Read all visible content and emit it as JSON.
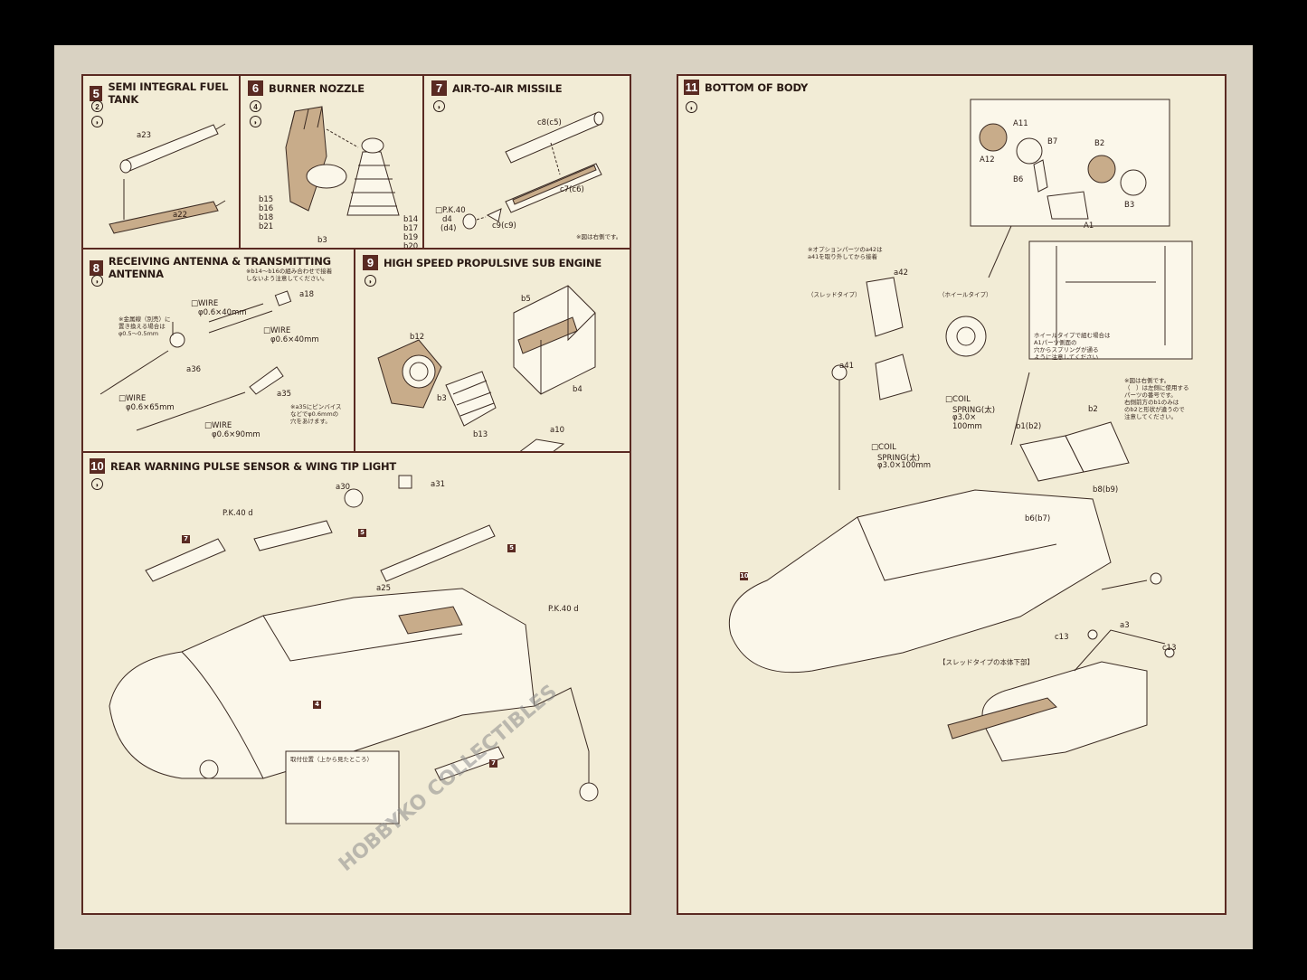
{
  "left_page": {
    "step5": {
      "number": "5",
      "title": "SEMI INTEGRAL FUEL TANK",
      "qty": "2",
      "parts": [
        "a23",
        "a22"
      ]
    },
    "step6": {
      "number": "6",
      "title": "BURNER NOZZLE",
      "qty": "4",
      "parts": [
        "b15",
        "b16",
        "b18",
        "b21",
        "b3",
        "b14",
        "b17",
        "b19",
        "b20"
      ],
      "note_line1": "※b14〜b16の組み合わせで接着",
      "note_line2": "しないよう注意してください。"
    },
    "step7": {
      "number": "7",
      "title": "AIR-TO-AIR MISSILE",
      "parts": [
        "c8(c5)",
        "c7(c6)",
        "c9(c9)"
      ],
      "pk_label": "P.K.40",
      "pk_part1": "d4",
      "pk_part2": "(d4)",
      "note": "※図は右側です。"
    },
    "step8": {
      "number": "8",
      "title": "RECEIVING ANTENNA & TRANSMITTING ANTENNA",
      "wires": [
        {
          "label": "WIRE",
          "size": "φ0.6×40mm"
        },
        {
          "label": "WIRE",
          "size": "φ0.6×40mm"
        },
        {
          "label": "WIRE",
          "size": "φ0.6×65mm"
        },
        {
          "label": "WIRE",
          "size": "φ0.6×90mm"
        }
      ],
      "parts": [
        "a18",
        "a36",
        "a35"
      ],
      "note_a_line1": "※金属線（別売）に",
      "note_a_line2": "置き換える場合は",
      "note_a_line3": "φ0.5〜0.5mm",
      "note_b_line1": "※a35にピンバイス",
      "note_b_line2": "などでφ0.6mmの",
      "note_b_line3": "穴をあけます。"
    },
    "step9": {
      "number": "9",
      "title": "HIGH SPEED PROPULSIVE SUB ENGINE",
      "parts": [
        "b5",
        "b12",
        "b3",
        "b13",
        "b4",
        "a10"
      ]
    },
    "step10": {
      "number": "10",
      "title": "REAR WARNING PULSE SENSOR & WING TIP LIGHT",
      "parts": [
        "a30",
        "a31",
        "a25"
      ],
      "pk1": "P.K.40 d",
      "pk2": "P.K.40 d",
      "refs": [
        "7",
        "5",
        "5",
        "4",
        "7"
      ],
      "inset_label": "取付位置（上から見たところ）"
    }
  },
  "right_page": {
    "step11": {
      "number": "11",
      "title": "BOTTOM OF BODY",
      "wheel_parts": [
        "A11",
        "A12",
        "B7",
        "B2",
        "B6",
        "B3",
        "A1"
      ],
      "option_note_line1": "※オプションパーツのa42は",
      "option_note_line2": "a41を取り外してから接着",
      "sled_type": "（スレッドタイプ）",
      "wheel_type": "（ホイールタイプ）",
      "parts": [
        "a42",
        "a41",
        "b1(b2)",
        "b2",
        "b8(b9)",
        "b6(b7)",
        "a3",
        "c13",
        "c13"
      ],
      "spring1_label": "COIL",
      "spring1_size": "SPRING(太)",
      "spring1_dim1": "φ3.0×",
      "spring1_dim2": "100mm",
      "spring2_label": "COIL",
      "spring2_size": "SPRING(太)",
      "spring2_dim": "φ3.0×100mm",
      "wheel_note_line1": "ホイールタイプで組む場合は",
      "wheel_note_line2": "A1パーツ側面の",
      "wheel_note_line3": "穴からスプリングが通る",
      "wheel_note_line4": "ように注意してください",
      "side_note_line1": "※図は右側です。",
      "side_note_line2": "（　）は左側に使用する",
      "side_note_line3": "パーツの番号です。",
      "side_note_line4": "右側前方のb1のみは",
      "side_note_line5": "のb2と形状が違うので",
      "side_note_line6": "注意してください。",
      "ref10": "10",
      "sled_body_label": "【スレッドタイプの本体下部】"
    }
  },
  "watermark": "HOBBYKO COLLECTIBLES"
}
